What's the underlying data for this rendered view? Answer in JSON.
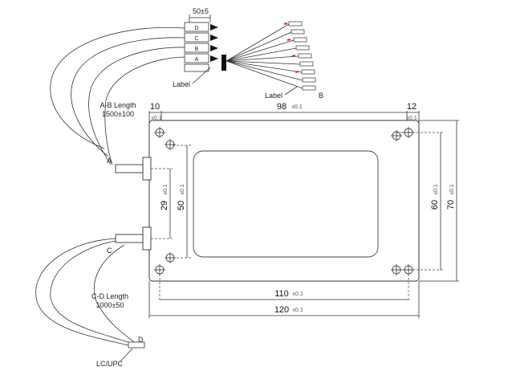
{
  "labels": {
    "ab_length_title": "A-B Length",
    "ab_length_value": "1500±100",
    "cd_length_title": "C-D Length",
    "cd_length_value": "1000±50",
    "connector_type": "LC/UPC",
    "label_left": "Label",
    "label_right": "Label",
    "port_a": "A",
    "port_b": "B",
    "port_c": "C",
    "port_d": "D",
    "tag_d": "D",
    "tag_c": "C",
    "tag_b": "B",
    "tag_a": "A"
  },
  "dimensions": {
    "breakout_pitch": "50±5",
    "left_offset": "10",
    "left_offset_tol": "±0.1",
    "width_inner": "98",
    "width_inner_tol": "±0.1",
    "right_offset": "12",
    "right_offset_tol": "±0.1",
    "height_port_gap": "29",
    "height_port_gap_tol": "±0.1",
    "height_50": "50",
    "height_50_tol": "±0.1",
    "height_60": "60",
    "height_60_tol": "±0.1",
    "height_70": "70",
    "height_70_tol": "±0.1",
    "width_110": "110",
    "width_110_tol": "±0.1",
    "width_120": "120",
    "width_120_tol": "±0.1"
  },
  "colors": {
    "line": "#333333",
    "fiber": "#888888",
    "connector_mark": "#cc3333"
  }
}
